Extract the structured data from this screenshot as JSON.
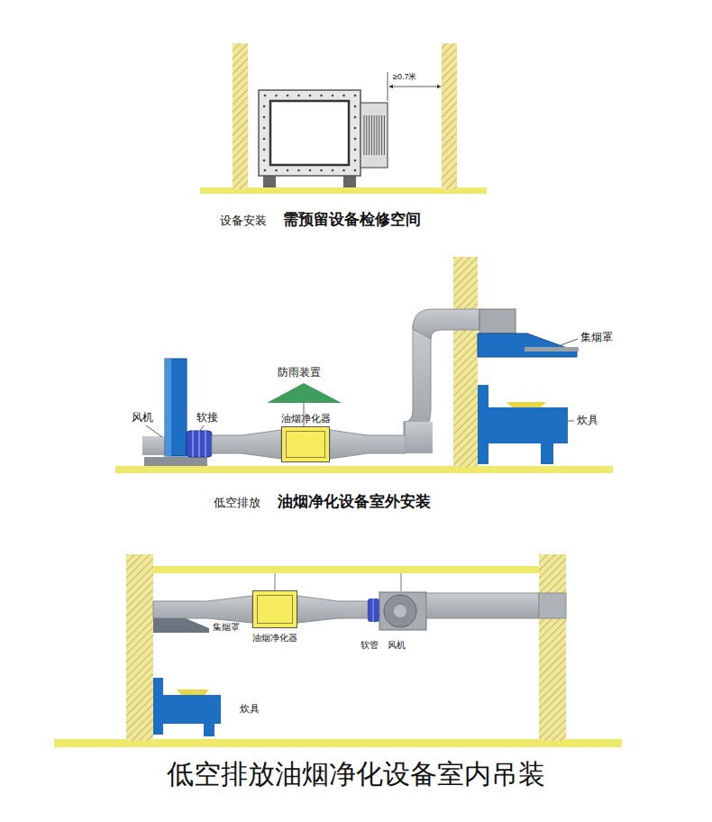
{
  "diagram": {
    "title": "低空排放油烟净化设备室内吊装",
    "nodes": [
      {
        "text": [
          "油烟净化器"
        ]
      },
      {
        "text": [
          "油烟净化器"
        ]
      }
    ],
    "labels": [
      "≥0.7米",
      "设备安装",
      "需预留设备检修空间",
      "防雨装置",
      "风机",
      "软接",
      "集烟罩",
      "炊具",
      "低空排放",
      "油烟净化设备室外安装",
      "集烟罩",
      "软管",
      "风机",
      "炊具"
    ]
  }
}
